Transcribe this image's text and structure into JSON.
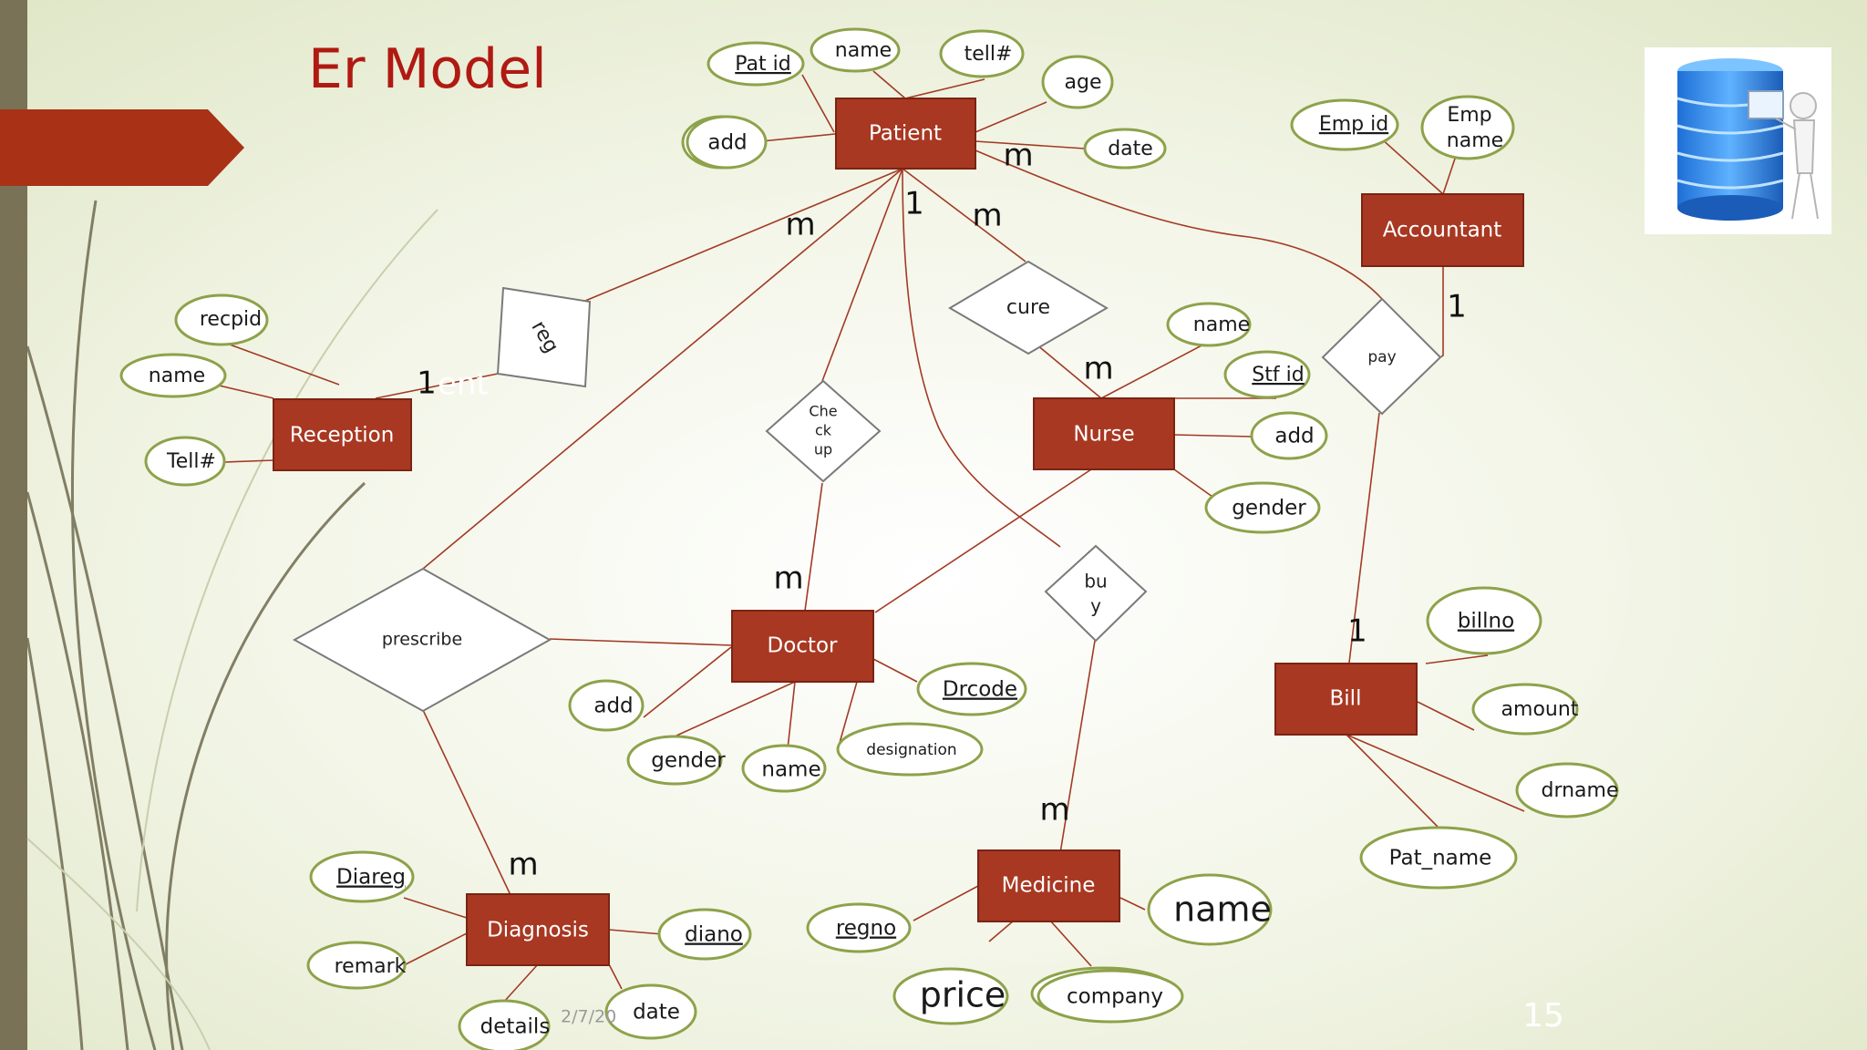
{
  "slide": {
    "title": "Er Model",
    "footer_date": "2/7/20",
    "page_number": "15",
    "fragment_text": "ent"
  },
  "colors": {
    "entity_fill": "#a83822",
    "attribute_border": "#8da24a",
    "connector": "#a23a24",
    "title": "#b01a12",
    "left_bar": "#7a7256",
    "arrow_banner": "#a83116"
  },
  "entities": {
    "patient": "Patient",
    "accountant": "Accountant",
    "reception": "Reception",
    "nurse": "Nurse",
    "doctor": "Doctor",
    "bill": "Bill",
    "medicine": "Medicine",
    "diagnosis": "Diagnosis"
  },
  "relationships": {
    "reg": "reg",
    "cure": "cure",
    "pay": "pay",
    "checkup_line1": "Che",
    "checkup_line2": "ck",
    "checkup_line3": "up",
    "buy_line1": "bu",
    "buy_line2": "y",
    "prescribe": "prescribe"
  },
  "attributes": {
    "patient_pat_id": "Pat id",
    "patient_name": "name",
    "patient_tell": "tell#",
    "patient_age": "age",
    "patient_add": "add",
    "patient_date": "date",
    "accountant_emp_id": "Emp id",
    "accountant_emp_name_line1": "Emp",
    "accountant_emp_name_line2": "name",
    "reception_recpid": "recpid",
    "reception_name": "name",
    "reception_tell": "Tell#",
    "nurse_name": "name",
    "nurse_stf_id": "Stf id",
    "nurse_add": "add",
    "nurse_gender": "gender",
    "doctor_add": "add",
    "doctor_gender": "gender",
    "doctor_name": "name",
    "doctor_designation": "designation",
    "doctor_drcode": "Drcode",
    "bill_billno": "billno",
    "bill_amount": "amount",
    "bill_drname": "drname",
    "bill_pat_name": "Pat_name",
    "medicine_regno": "regno",
    "medicine_name": "name",
    "medicine_price": "price",
    "medicine_company": "company",
    "diagnosis_diareg": "Diareg",
    "diagnosis_remark": "remark",
    "diagnosis_details": "details",
    "diagnosis_diano": "diano",
    "diagnosis_date": "date"
  },
  "cardinalities": {
    "patient_date_m": "m",
    "patient_reg_m": "m",
    "patient_1": "1",
    "patient_cure_m": "m",
    "accountant_1": "1",
    "reception_1": "1",
    "nurse_m": "m",
    "doctor_m": "m",
    "bill_1": "1",
    "medicine_m": "m",
    "diagnosis_m": "m"
  },
  "icon": "database-server-figure-icon"
}
